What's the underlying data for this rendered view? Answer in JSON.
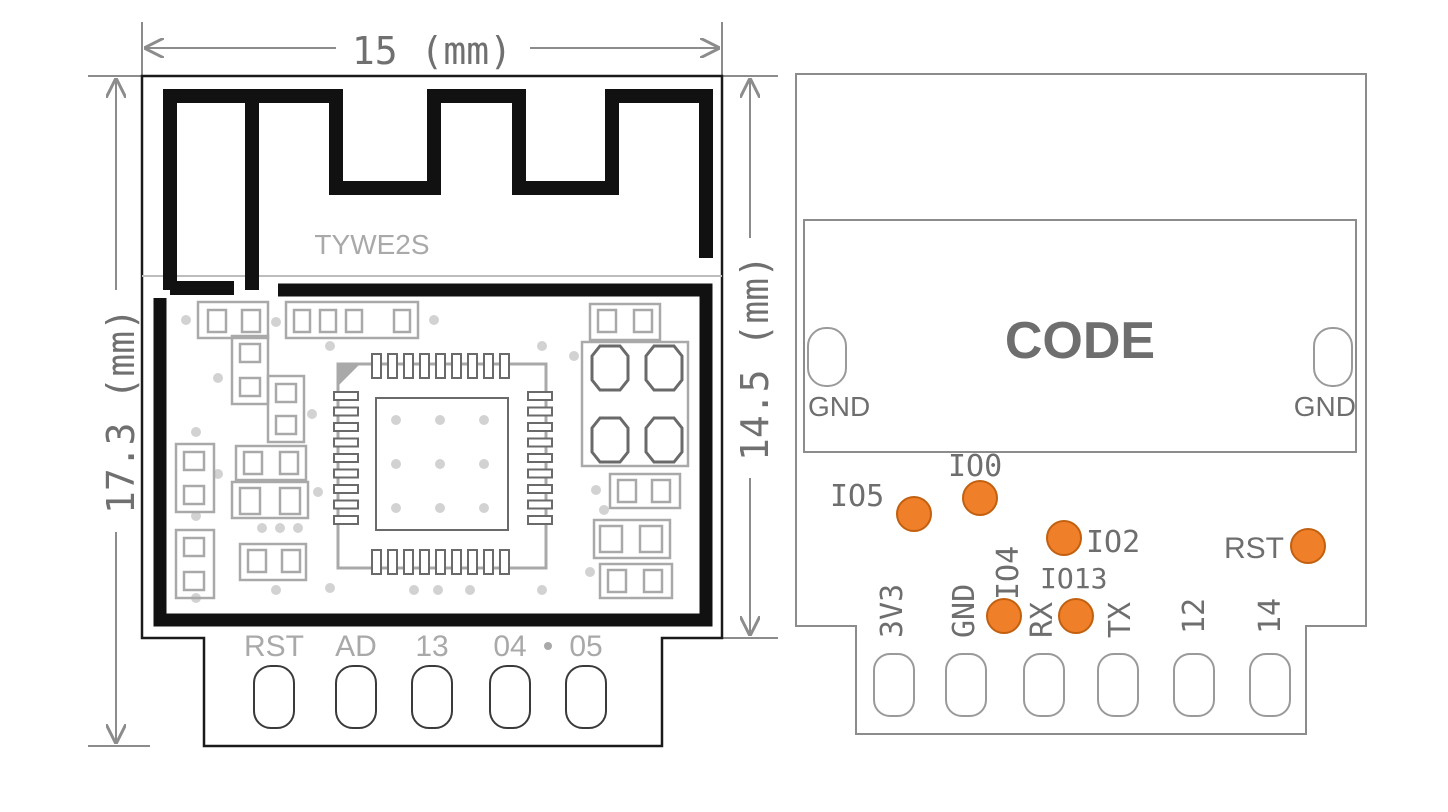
{
  "front": {
    "module_name": "TYWE2S",
    "dim_width": "15 (mm)",
    "dim_total_height": "17.3 (mm)",
    "dim_board_height": "14.5 (mm)",
    "pins": [
      "RST",
      "AD",
      "13",
      "04",
      "05"
    ]
  },
  "back": {
    "code_label": "CODE",
    "gnd_left": "GND",
    "gnd_right": "GND",
    "pads": {
      "io5": "IO5",
      "io0": "IO0",
      "io2": "IO2",
      "io4": "IO4",
      "io13": "IO13",
      "rst": "RST"
    },
    "pins": [
      "3V3",
      "GND",
      "RX",
      "TX",
      "12",
      "14"
    ]
  },
  "colors": {
    "line": "#8c8c8c",
    "trace": "#111111",
    "silk": "#a9a9a9",
    "dot": "#d0d0d0",
    "test_pad": "#f07f2a",
    "test_pad_ring": "#c26010",
    "code_text": "#6e6e6e"
  }
}
